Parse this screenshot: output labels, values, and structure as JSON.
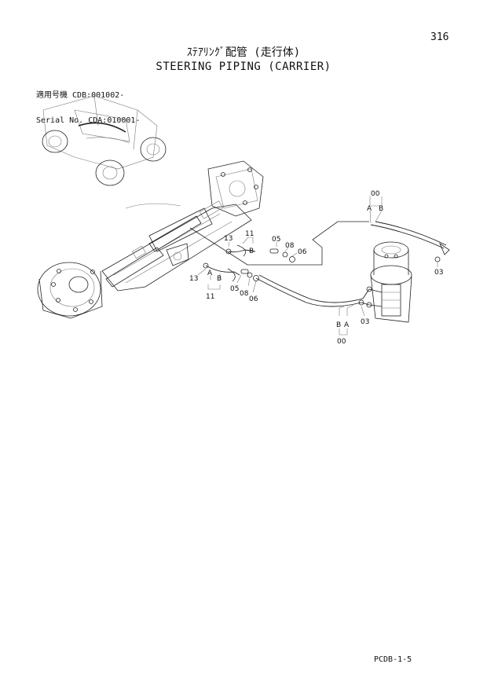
{
  "page_number": "316",
  "title_jp": "ｽﾃｱﾘﾝｸﾞ配管 (走行体)",
  "title_en": "STEERING PIPING (CARRIER)",
  "serial": {
    "line1_label": "適用号機",
    "line1_value": "CDB:001002-",
    "line2_label": "Serial No.",
    "line2_value": "CDA:010001-"
  },
  "doc_code": "PCDB-1-5",
  "callouts": {
    "c00_top": "00",
    "a_top": "A",
    "b_top": "B",
    "c03_right": "03",
    "c13_upper": "13",
    "c11_upper": "11",
    "b_upper": "B",
    "c05_upper": "05",
    "c08_upper": "08",
    "c06_upper": "06",
    "c13_lower": "13",
    "a_lower": "A",
    "b_lower": "B",
    "c11_lower": "11",
    "c05_lower": "05",
    "c08_lower": "08",
    "c06_lower": "06",
    "b_bottom": "B",
    "a_bottom": "A",
    "c00_bottom": "00",
    "c03_bottom": "03"
  }
}
